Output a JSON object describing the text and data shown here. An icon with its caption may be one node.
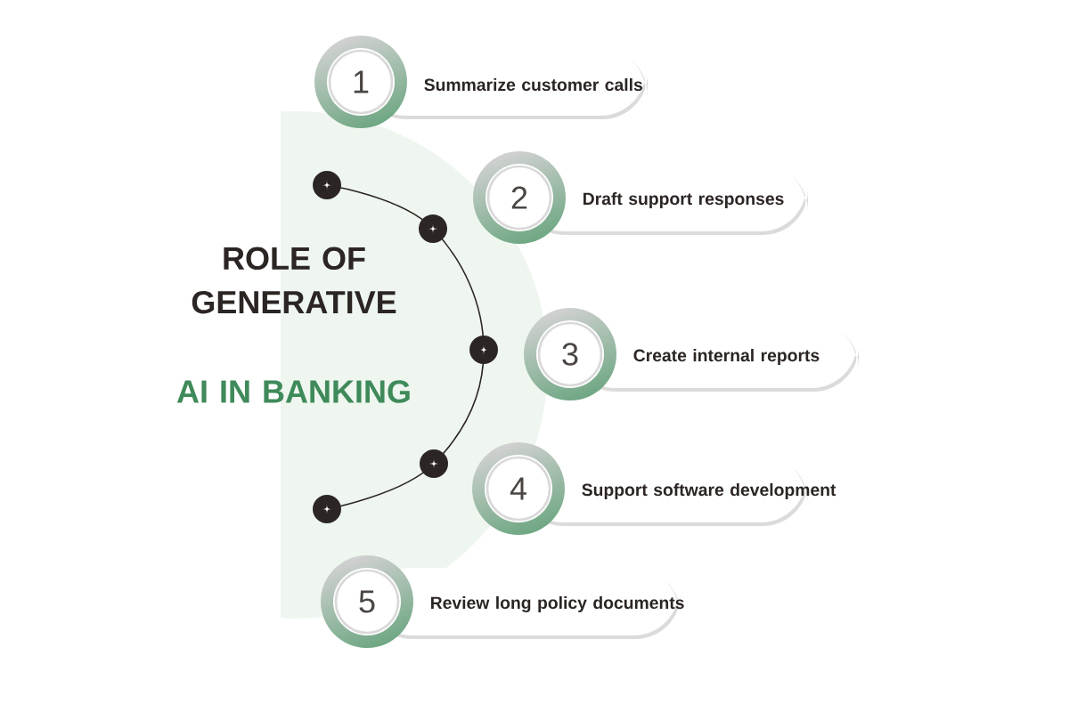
{
  "diagram": {
    "nodes": [
      {
        "text": [
          "1",
          "Summarize customer calls"
        ]
      },
      {
        "text": [
          "2",
          "Draft support responses"
        ]
      },
      {
        "text": [
          "3",
          "Create internal reports"
        ]
      },
      {
        "text": [
          "4",
          "Support software development"
        ]
      },
      {
        "text": [
          "5",
          "Review long policy documents"
        ]
      }
    ],
    "labels": [
      "ROLE OF GENERATIVE",
      "AI IN BANKING"
    ]
  }
}
